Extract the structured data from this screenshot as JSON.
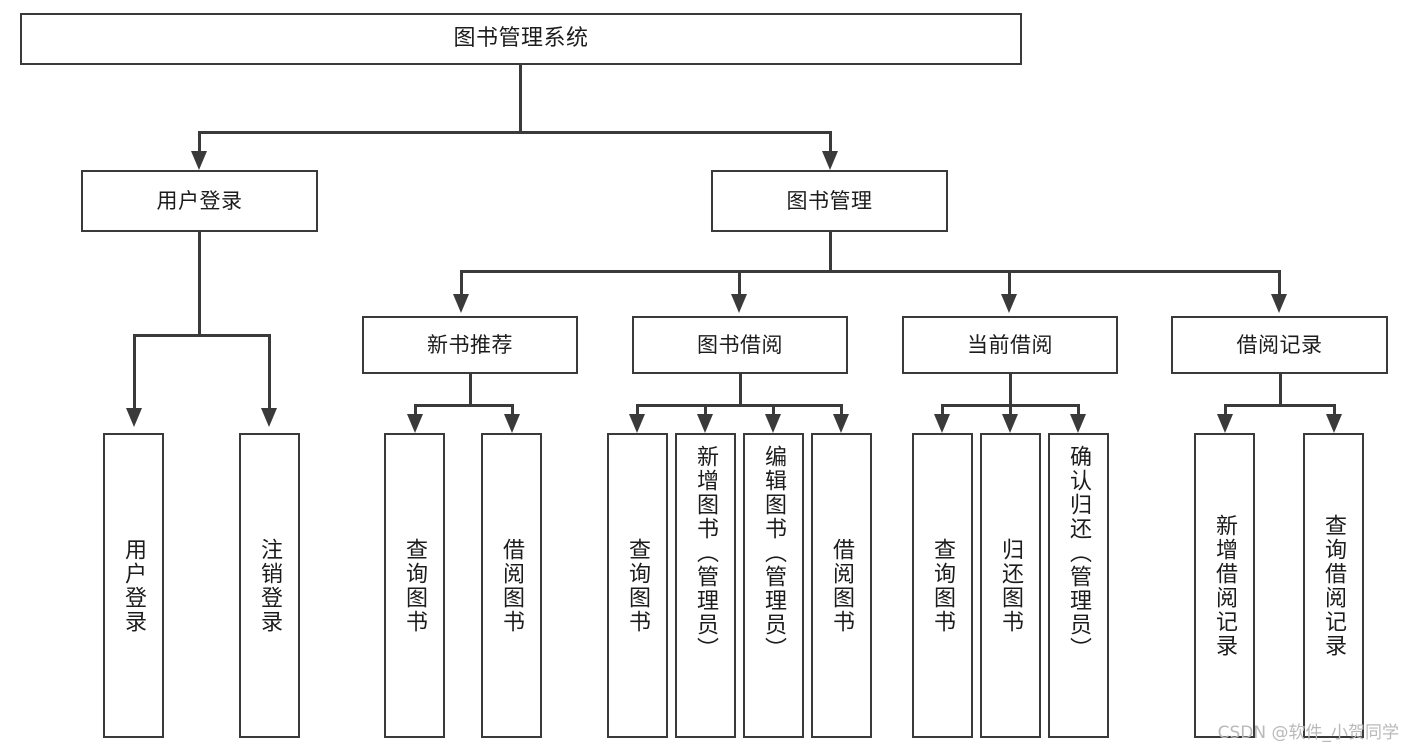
{
  "diagram": {
    "title": "图书管理系统",
    "watermark": "CSDN @软件_小贺同学",
    "root": {
      "label": "图书管理系统"
    },
    "level2": [
      {
        "label": "用户登录"
      },
      {
        "label": "图书管理"
      }
    ],
    "level3": [
      {
        "label": "新书推荐"
      },
      {
        "label": "图书借阅"
      },
      {
        "label": "当前借阅"
      },
      {
        "label": "借阅记录"
      }
    ],
    "leaves": {
      "user_login": [
        {
          "label": "用户登录"
        },
        {
          "label": "注销登录"
        }
      ],
      "new_book_recommend": [
        {
          "label": "查询图书"
        },
        {
          "label": "借阅图书"
        }
      ],
      "book_borrow": [
        {
          "label": "查询图书"
        },
        {
          "label": "新增图书（管理员）"
        },
        {
          "label": "编辑图书（管理员）"
        },
        {
          "label": "借阅图书"
        }
      ],
      "current_borrow": [
        {
          "label": "查询图书"
        },
        {
          "label": "归还图书"
        },
        {
          "label": "确认归还（管理员）"
        }
      ],
      "borrow_record": [
        {
          "label": "新增借阅记录"
        },
        {
          "label": "查询借阅记录"
        }
      ]
    }
  },
  "colors": {
    "stroke": "#3a3a3a",
    "text": "#1c1c1c",
    "background": "#ffffff",
    "watermark": "#b9b9b9"
  }
}
